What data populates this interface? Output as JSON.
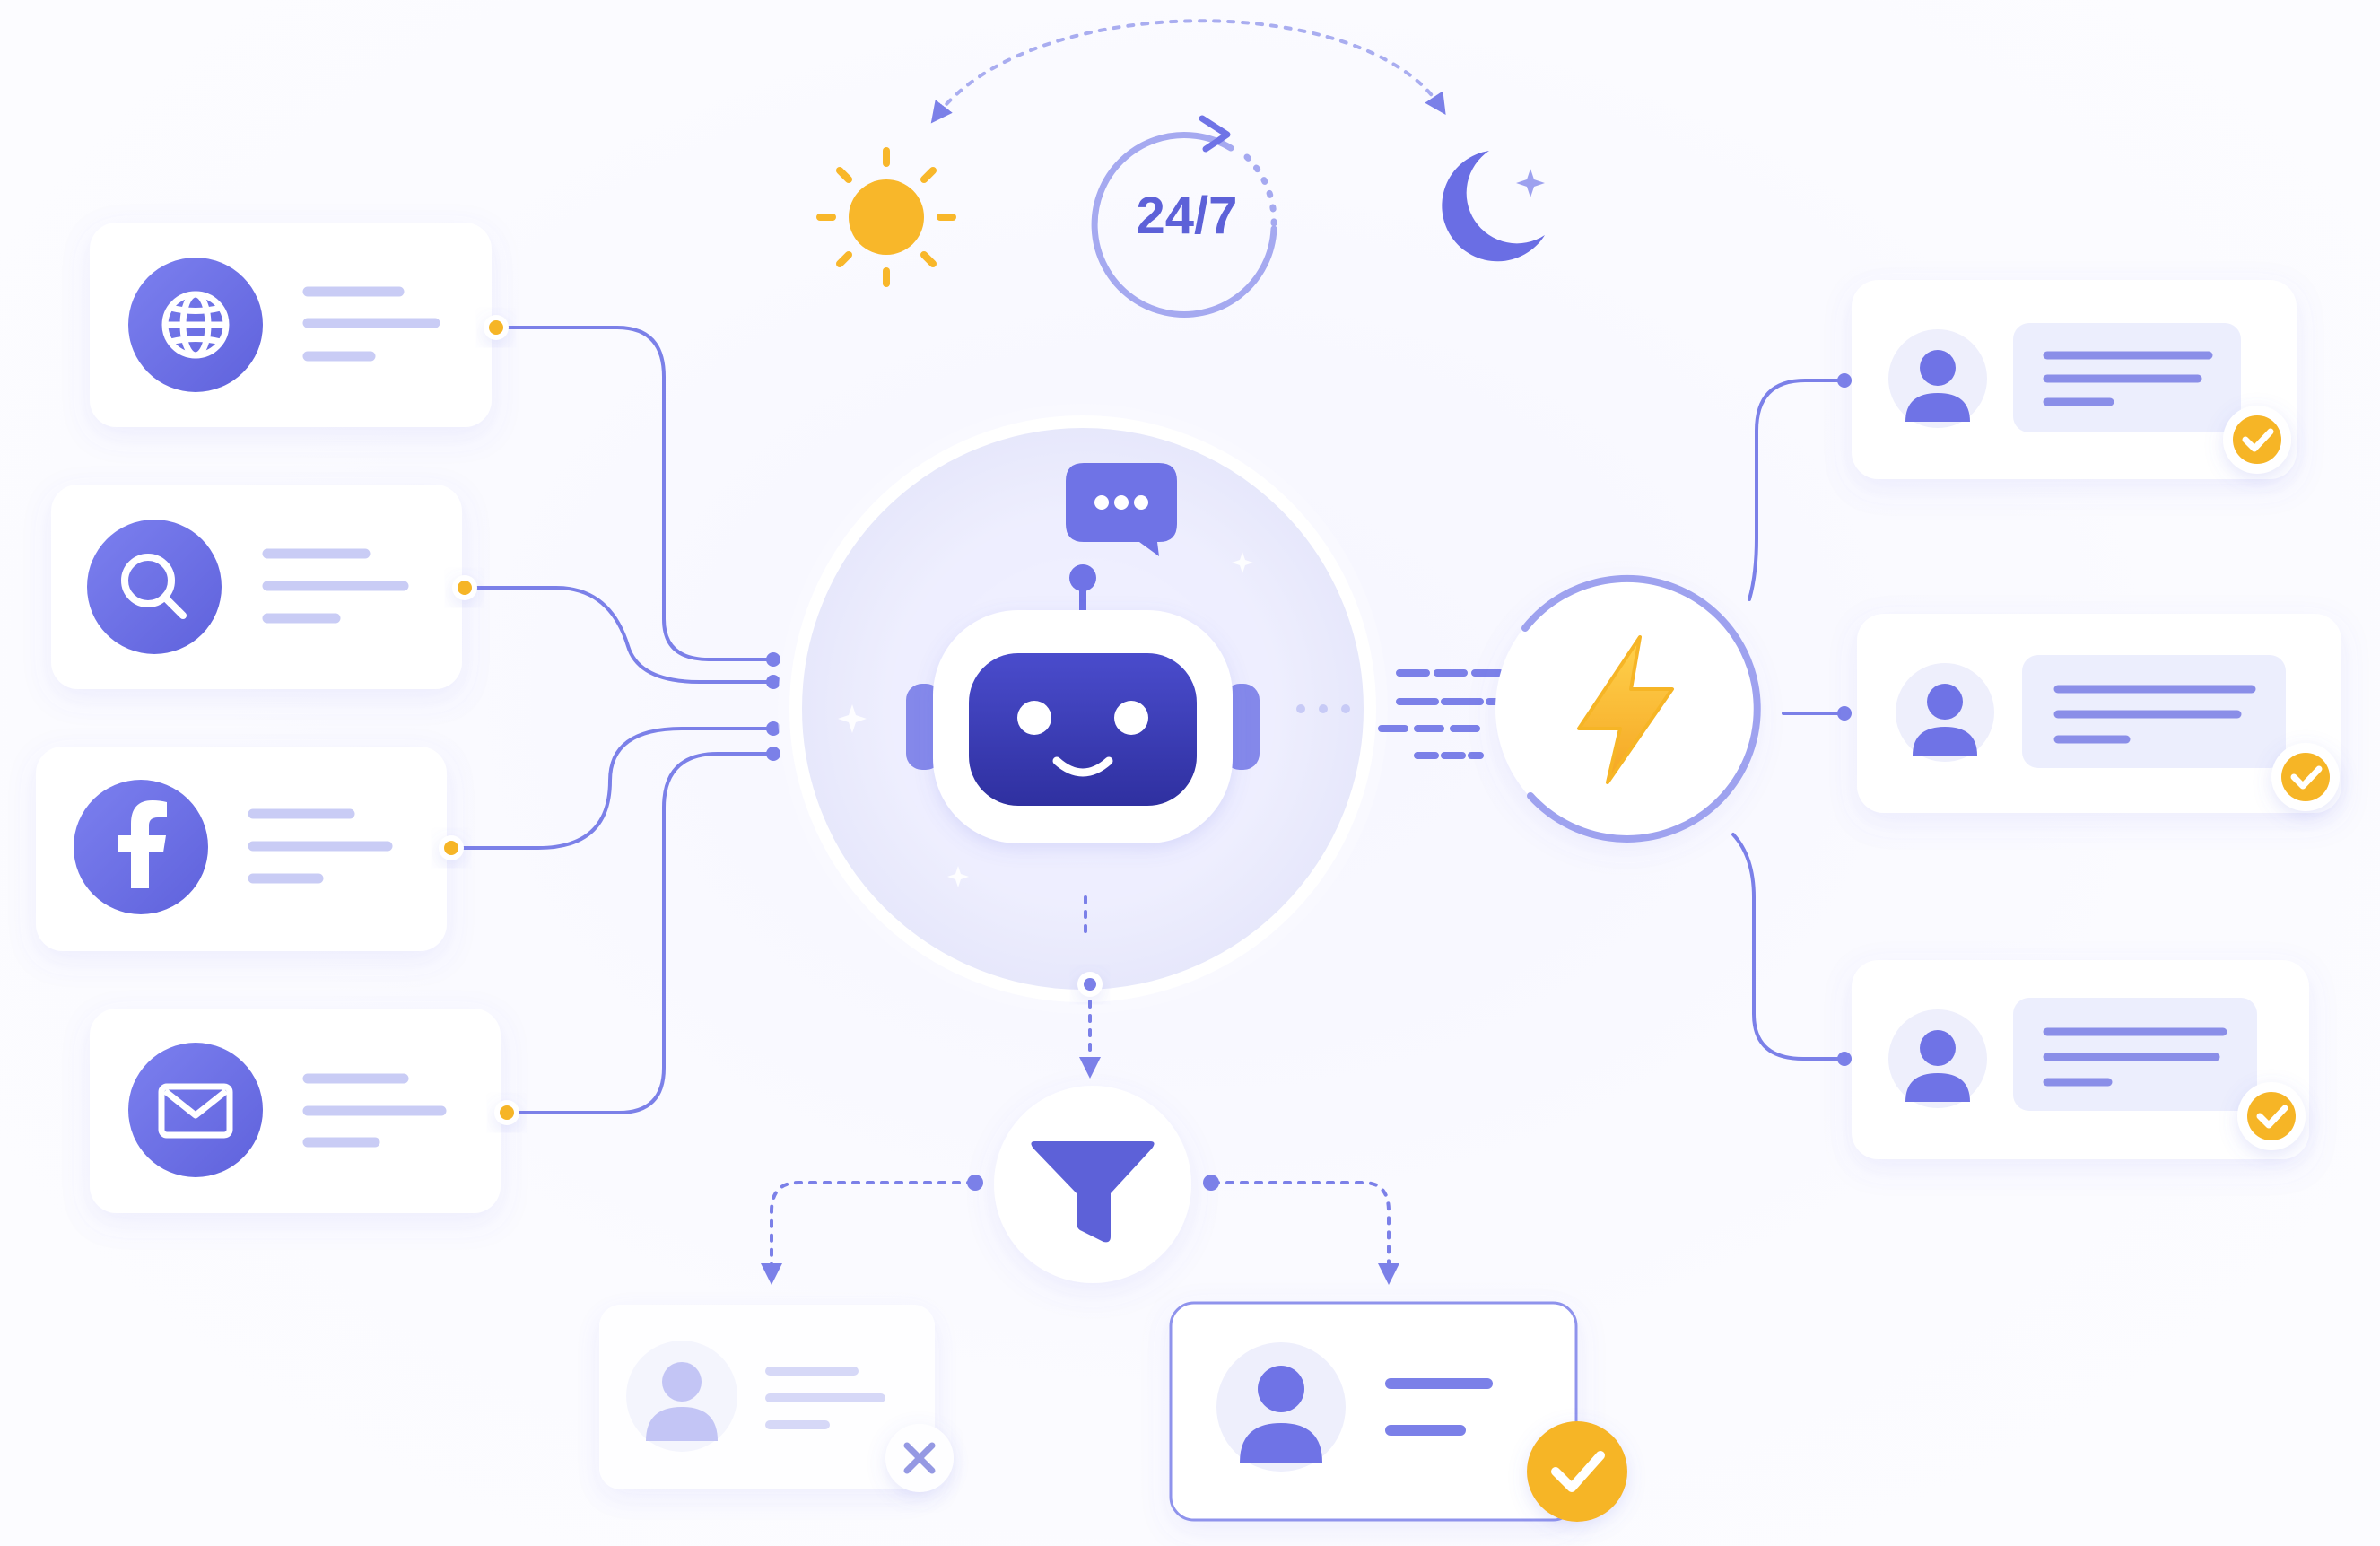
{
  "hours_badge": {
    "label": "24/7"
  },
  "colors": {
    "primary": "#6f73e6",
    "primary_dark": "#3f3fb0",
    "accent": "#f6b526",
    "line": "#7b80e8",
    "card": "#ffffff",
    "placeholder": "#c9ccf5",
    "reject": "#8a8fe0"
  },
  "icons": {
    "sources": [
      "globe-icon",
      "search-icon",
      "facebook-icon",
      "mail-icon"
    ],
    "cycle": [
      "sun-icon",
      "refresh-cycle-icon",
      "moon-icon"
    ],
    "core": "chatbot-robot-icon",
    "speech": "chat-bubble-icon",
    "engine": "lightning-bolt-icon",
    "filter": "funnel-filter-icon",
    "status_ok": "checkmark-icon",
    "status_rejected": "close-icon",
    "contact": "user-avatar-icon"
  },
  "sources": [
    {
      "name": "website",
      "icon": "globe-icon"
    },
    {
      "name": "search",
      "icon": "search-icon"
    },
    {
      "name": "facebook",
      "icon": "facebook-icon"
    },
    {
      "name": "email",
      "icon": "mail-icon"
    }
  ],
  "responses": [
    {
      "status": "approved"
    },
    {
      "status": "approved"
    },
    {
      "status": "approved"
    }
  ],
  "filter_outcomes": [
    {
      "status": "rejected"
    },
    {
      "status": "approved"
    }
  ]
}
